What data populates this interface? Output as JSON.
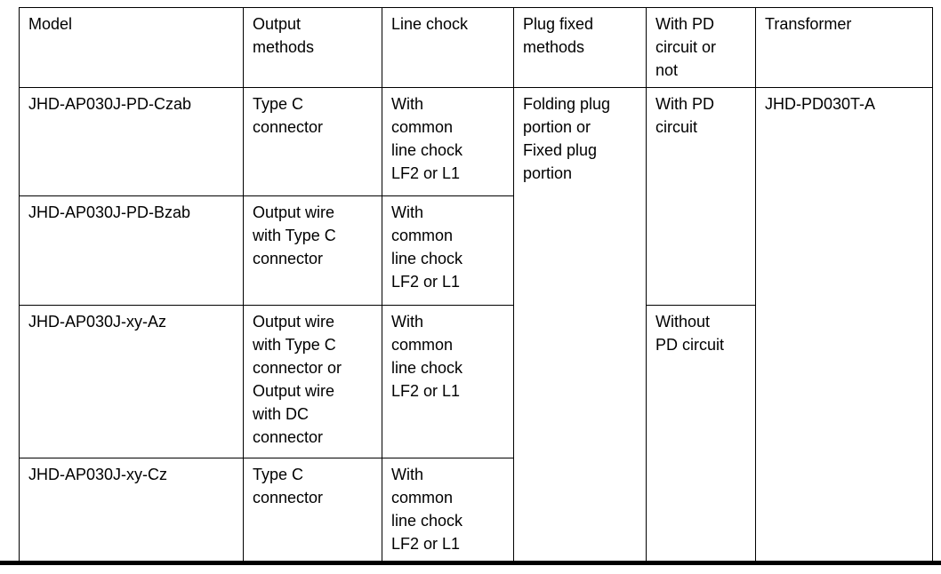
{
  "page": {
    "background_color": "#ffffff",
    "border_color": "#000000",
    "text_color": "#000000"
  },
  "table": {
    "headers": [
      "Model",
      "Output\nmethods",
      "Line chock",
      "Plug fixed\nmethods",
      "With PD\ncircuit or\nnot",
      "Transformer"
    ],
    "rows": [
      {
        "model": "JHD-AP030J-PD-Czab",
        "output_methods": "Type C\nconnector",
        "line_chock": "With\ncommon\nline chock\nLF2 or L1"
      },
      {
        "model": "JHD-AP030J-PD-Bzab",
        "output_methods": "Output wire\nwith Type C\nconnector",
        "line_chock": "With\ncommon\nline chock\nLF2 or L1"
      },
      {
        "model": "JHD-AP030J-xy-Az",
        "output_methods": "Output wire\nwith Type C\nconnector or\nOutput wire\nwith DC\nconnector",
        "line_chock": "With\ncommon\nline chock\nLF2 or L1"
      },
      {
        "model": "JHD-AP030J-xy-Cz",
        "output_methods": "Type C\nconnector",
        "line_chock": "With\ncommon\nline chock\nLF2 or L1"
      }
    ],
    "merged_cells": {
      "plug_fixed_methods": "Folding plug\nportion or\nFixed plug\nportion",
      "pd_circuit_with": "With PD\ncircuit",
      "pd_circuit_without": "Without\nPD circuit",
      "transformer": "JHD-PD030T-A"
    }
  }
}
